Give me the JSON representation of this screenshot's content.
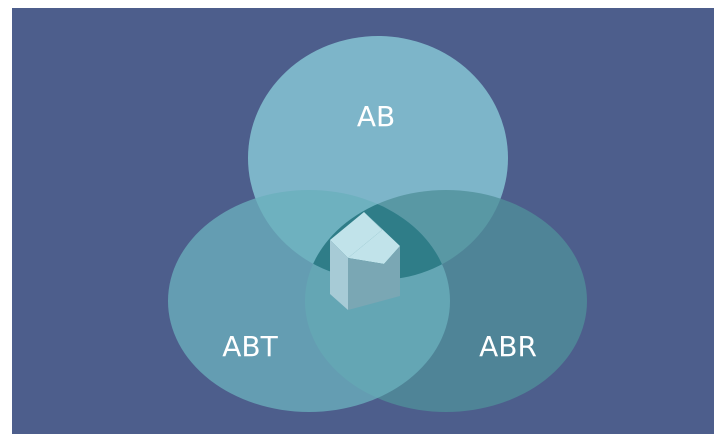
{
  "diagram": {
    "type": "venn",
    "sets": [
      {
        "id": "top",
        "label": "AB"
      },
      {
        "id": "left",
        "label": "ABT"
      },
      {
        "id": "right",
        "label": "ABR"
      }
    ],
    "center_icon": "house-icon"
  },
  "colors": {
    "background": "#4d5e8c",
    "ellipse_top": "#86c4d3",
    "ellipse_left": "#6aafbd",
    "ellipse_right": "#4f8f9a",
    "intersection": "#2f7d88",
    "house_front": "#a7cbd6",
    "house_side": "#7aa7b4",
    "house_roof": "#c1e3ea"
  }
}
